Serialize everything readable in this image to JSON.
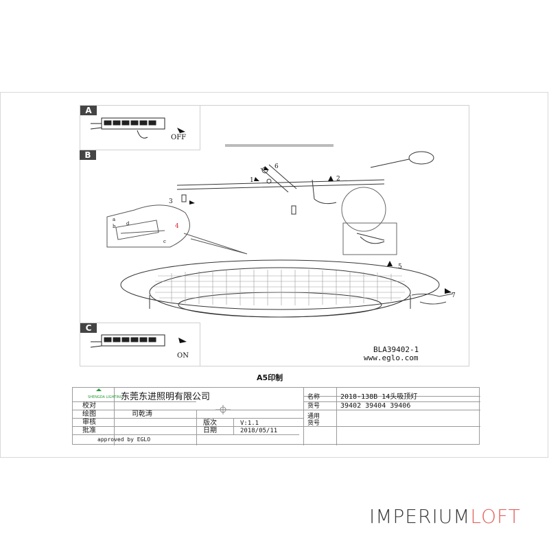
{
  "panels": {
    "a": {
      "tag": "A",
      "label": "OFF"
    },
    "b": {
      "tag": "B"
    },
    "c": {
      "tag": "C",
      "label": "ON"
    }
  },
  "callouts": {
    "n1": "1",
    "n2": "2",
    "n3": "3",
    "n4": "4",
    "n5": "5",
    "n6": "6",
    "n7": "7",
    "a": "a",
    "b": "b",
    "c": "c",
    "d": "d"
  },
  "drawing": {
    "model_code": "BLA39402-1",
    "website": "www.eglo.com",
    "print_size": "A5印制"
  },
  "title_block": {
    "logo_text": "SHENGDA LIGHTING",
    "company": "东莞东进照明有限公司",
    "rows": {
      "check_label": "校对",
      "draw_label": "绘图",
      "draw_value": "司乾涛",
      "review_label": "审核",
      "approve_label": "批准",
      "approved_by": "approved by EGLO",
      "version_label": "版次",
      "version_value": "V:1.1",
      "date_label": "日期",
      "date_value": "2018/05/11",
      "name_label": "名称",
      "name_value": "2018-138B 14头吸顶灯",
      "item_label": "货号",
      "item_value": "39402 39404 39406",
      "general_label_1": "通用",
      "general_label_2": "货号"
    }
  },
  "watermark": {
    "part1": "IMPERIUM",
    "part2": "LOFT",
    "color_main": "#3a3a3a",
    "color_accent": "#e0645c"
  }
}
